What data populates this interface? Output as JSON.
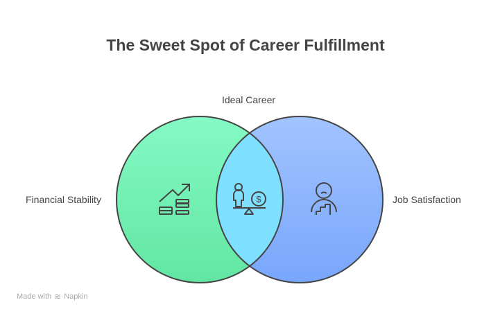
{
  "title": "The Sweet Spot of Career Fulfillment",
  "labels": {
    "top": "Ideal Career",
    "left": "Financial Stability",
    "right": "Job Satisfaction"
  },
  "icons": {
    "left": "money-growth-icon",
    "center": "person-balance-money-icon",
    "right": "person-podium-icon"
  },
  "colors": {
    "left": "#7ff7bf",
    "right": "#9dbfff",
    "intersection": "#7fdfff",
    "stroke": "#444444"
  },
  "footer": {
    "text": "Made with",
    "brand": "Napkin"
  }
}
